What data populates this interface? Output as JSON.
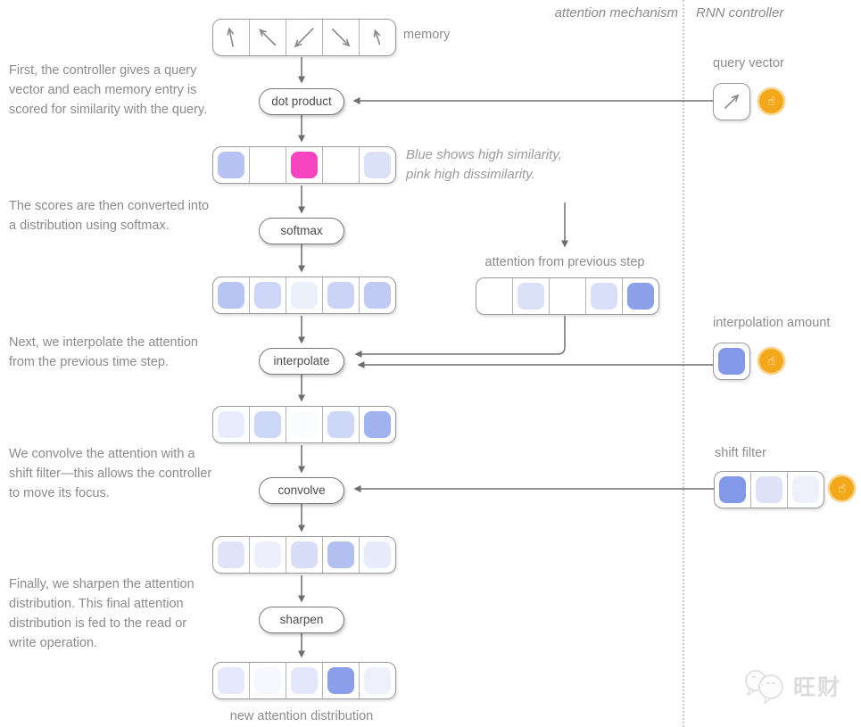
{
  "header": {
    "attention_label": "attention mechanism",
    "controller_label": "RNN controller"
  },
  "left_notes": [
    "First, the controller gives a query vector and each memory entry is scored for similarity with the query.",
    "The scores are then converted into a distribution using softmax.",
    "Next, we interpolate the attention from the previous time step.",
    "We convolve the attention with a shift filter—this allows the controller to move its focus.",
    "Finally, we sharpen the attention distribution. This final attention distribution is fed to the read or write operation."
  ],
  "memory": {
    "label": "memory",
    "vectors": [
      {
        "angle": -12,
        "len": 20
      },
      {
        "angle": -45,
        "len": 24
      },
      {
        "angle": -135,
        "len": 28
      },
      {
        "angle": 135,
        "len": 26
      },
      {
        "angle": -18,
        "len": 16
      }
    ]
  },
  "pipeline": {
    "ops": [
      "dot product",
      "softmax",
      "interpolate",
      "convolve",
      "sharpen"
    ],
    "rows": {
      "similarity": [
        "#b7c3f2",
        null,
        "#f545c0",
        null,
        "#dbe2f8"
      ],
      "softmax_distribution": [
        "#b8c5f3",
        "#cdd6f7",
        "#ecf0fb",
        "#cbd4f6",
        "#c0cbf4"
      ],
      "interpolated": [
        "#e9edfb",
        "#ccd6f5",
        "#fafcfe",
        "#ccd6f5",
        "#a2b2ee"
      ],
      "convolved": [
        "#dfe4f8",
        "#edf0fc",
        "#d8def7",
        "#b2c0f1",
        "#e7ebfa"
      ],
      "final": [
        "#e4e8fa",
        "#f7f8fe",
        "#e2e7fa",
        "#8b9ee9",
        "#eef1fc"
      ]
    },
    "final_label": "new attention distribution"
  },
  "similarity_note": {
    "line1": "Blue shows high similarity,",
    "line2": "pink high dissimilarity."
  },
  "prev_attention": {
    "label": "attention from previous step",
    "cells": [
      null,
      "#dbe1f8",
      null,
      "#d9dff8",
      "#8ca0ea"
    ]
  },
  "controller": {
    "query": {
      "label": "query vector",
      "vectors": [
        {
          "angle": 45,
          "len": 20
        }
      ]
    },
    "interpolation": {
      "label": "interpolation amount",
      "cells": [
        "#8299e8"
      ]
    },
    "shift": {
      "label": "shift filter",
      "cells": [
        "#8299e8",
        "#dde2f6",
        "#eef1fb"
      ]
    }
  },
  "icons": {
    "hand": "☝"
  },
  "watermark": {
    "text": "旺财"
  },
  "colors": {
    "line": "#6e6e6e",
    "accent_orange": "#f3a81c",
    "high_similarity_blue": "#8299e8",
    "high_dissimilarity_pink": "#f545c0"
  }
}
